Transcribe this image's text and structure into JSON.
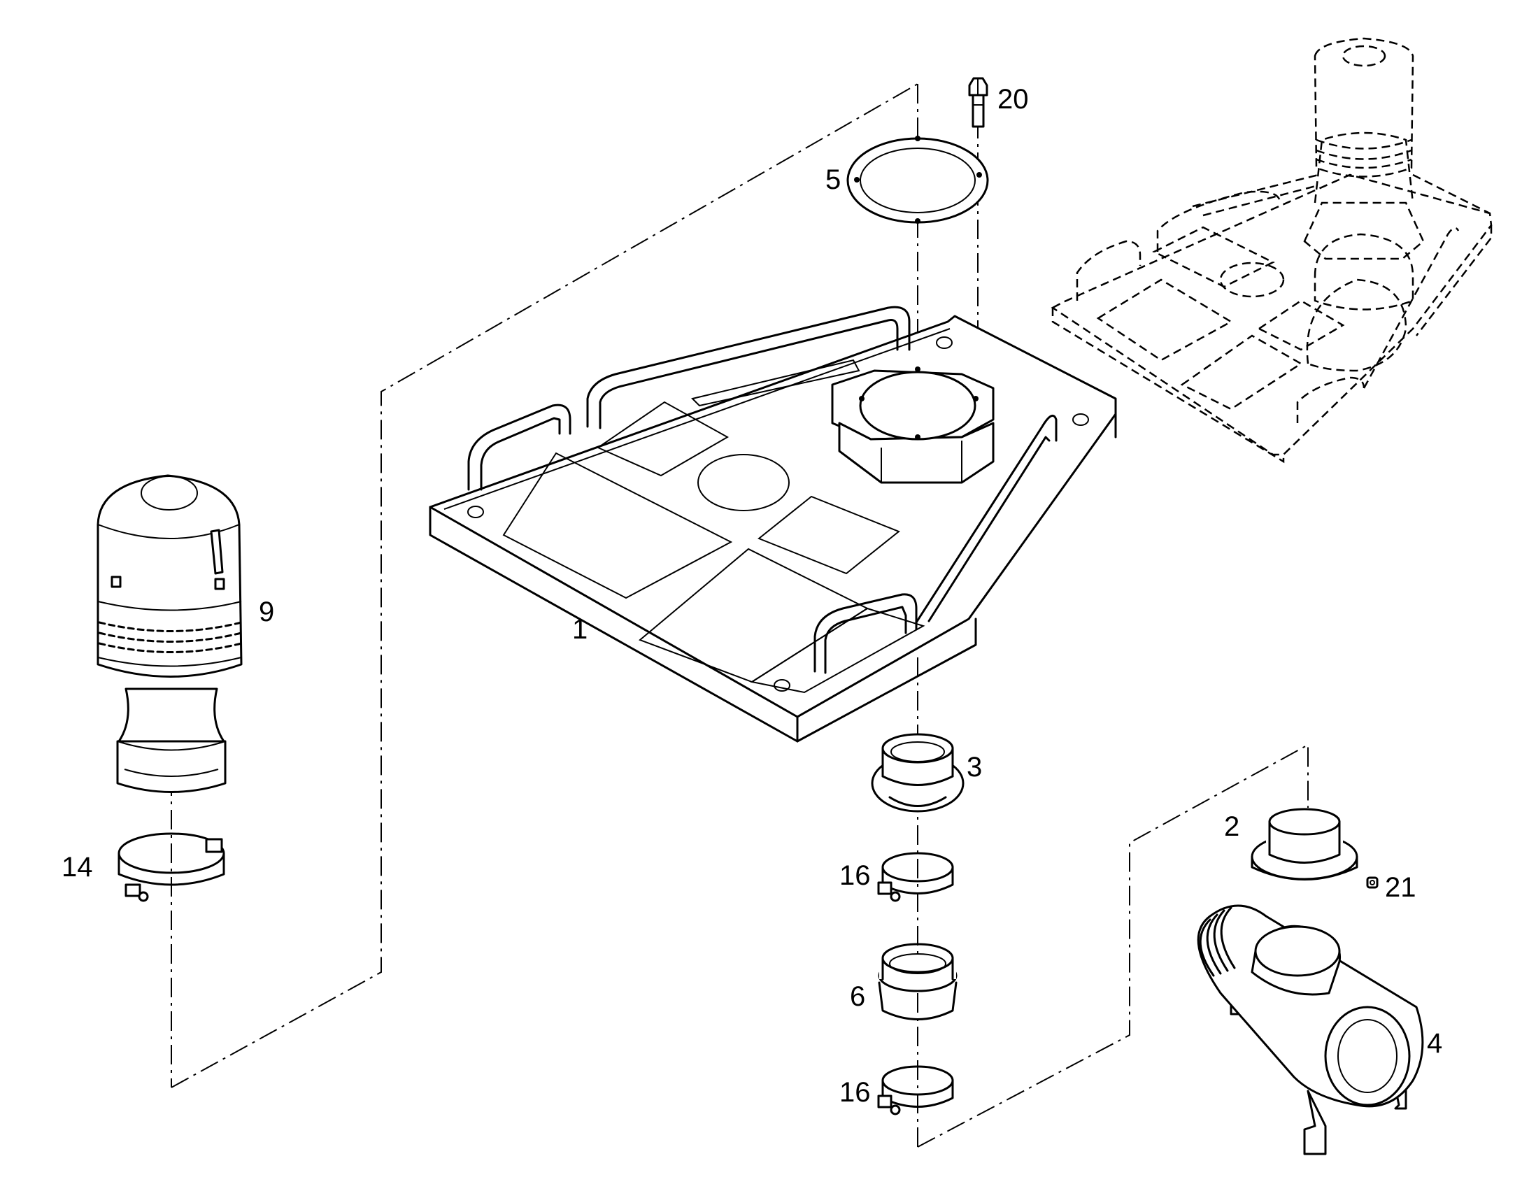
{
  "callouts": {
    "c1": "1",
    "c2": "2",
    "c3": "3",
    "c4": "4",
    "c5": "5",
    "c6": "6",
    "c9": "9",
    "c14": "14",
    "c16a": "16",
    "c16b": "16",
    "c20": "20",
    "c21": "21"
  }
}
